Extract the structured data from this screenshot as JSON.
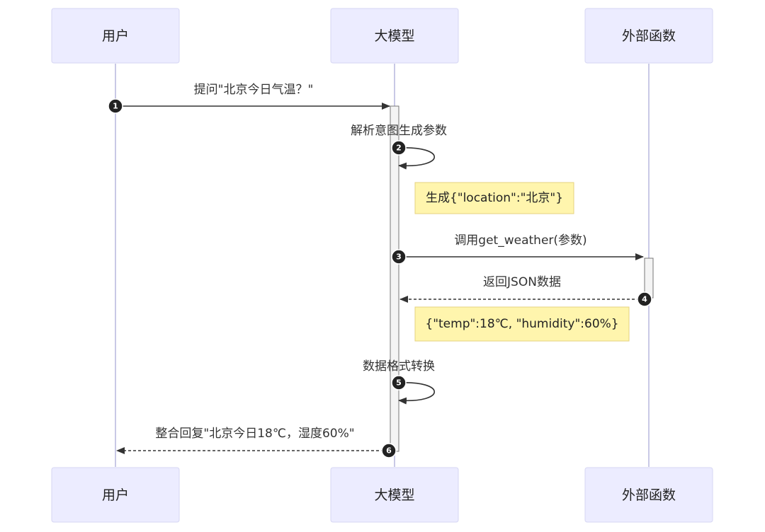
{
  "actors": [
    {
      "id": "user",
      "label": "用户"
    },
    {
      "id": "llm",
      "label": "大模型"
    },
    {
      "id": "func",
      "label": "外部函数"
    }
  ],
  "messages": [
    {
      "seq": "1",
      "text": "提问\"北京今日气温？\"",
      "from": "user",
      "to": "llm",
      "style": "solid"
    },
    {
      "seq": "2",
      "text": "解析意图生成参数",
      "from": "llm",
      "to": "llm",
      "style": "self"
    },
    {
      "seq": "3",
      "text": "调用get_weather(参数)",
      "from": "llm",
      "to": "func",
      "style": "solid"
    },
    {
      "seq": "4",
      "text": "返回JSON数据",
      "from": "func",
      "to": "llm",
      "style": "dashed"
    },
    {
      "seq": "5",
      "text": "数据格式转换",
      "from": "llm",
      "to": "llm",
      "style": "self"
    },
    {
      "seq": "6",
      "text": "整合回复\"北京今日18℃，湿度60%\"",
      "from": "llm",
      "to": "user",
      "style": "dashed"
    }
  ],
  "notes": [
    {
      "text": "生成{\"location\":\"北京\"}"
    },
    {
      "text": "{\"temp\":18℃, \"humidity\":60%}"
    }
  ],
  "colors": {
    "actor_fill": "#ECECFF",
    "actor_stroke": "#D6D6F3",
    "note_fill": "#FFF5AD",
    "note_stroke": "#E6D280",
    "line": "#333333",
    "lifeline": "#C9C9E6"
  }
}
